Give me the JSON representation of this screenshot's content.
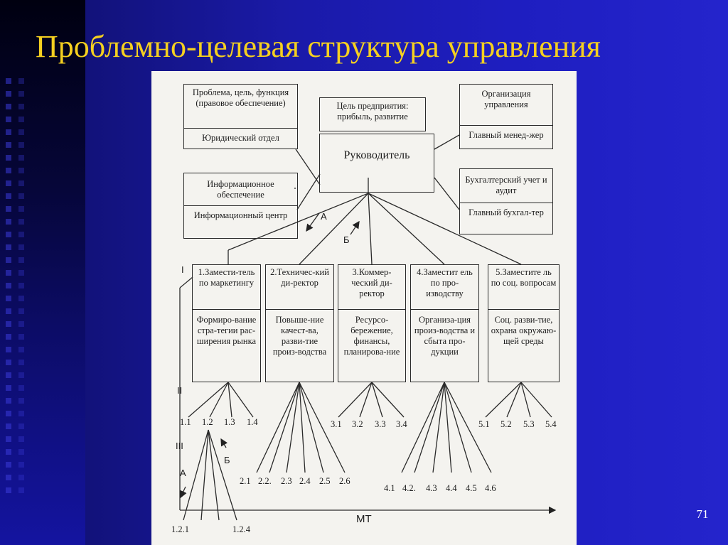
{
  "slide": {
    "title": "Проблемно-целевая структура управления",
    "page_number": "71"
  },
  "diagram": {
    "top_left": {
      "upper": "Проблема, цель, функция (правовое обеспечение)",
      "lower": "Юридический отдел"
    },
    "goal": "Цель предприятия: прибыль, развитие",
    "manager": "Руководитель",
    "top_right": {
      "upper": "Организация управления",
      "lower": "Главный менед-жер"
    },
    "mid_left": {
      "upper": "Информационное обеспечение",
      "lower": "Информационный центр"
    },
    "mid_right": {
      "upper": "Бухгалтерский учет и аудит",
      "lower": "Главный бухгал-тер"
    },
    "arrow_labels": {
      "a_top": "А",
      "b_top": "Б",
      "a_bottom": "А",
      "b_bottom": "Б"
    },
    "level_labels": [
      "I",
      "II",
      "III"
    ],
    "axis_label": "МТ",
    "deputies": [
      {
        "title": "1.Замести-тель по маркетингу",
        "task": "Формиро-вание стра-тегии рас-ширения рынка"
      },
      {
        "title": "2.Техничес-кий ди-ректор",
        "task": "Повыше-ние качест-ва, разви-тие произ-водства"
      },
      {
        "title": "3.Коммер-ческий ди-ректор",
        "task": "Ресурсо-бережение, финансы, планирова-ние"
      },
      {
        "title": "4.Заместит ель по про-изводству",
        "task": "Организа-ция произ-водства и сбыта про-дукции"
      },
      {
        "title": "5.Заместите ль по соц. вопросам",
        "task": "Соц. разви-тие, охрана окружаю-щей среды"
      }
    ],
    "sub_1": [
      "1.1",
      "1.2",
      "1.3",
      "1.4"
    ],
    "sub_2": [
      "2.1",
      "2.2.",
      "2.3",
      "2.4",
      "2.5",
      "2.6"
    ],
    "sub_3": [
      "3.1",
      "3.2",
      "3.3",
      "3.4"
    ],
    "sub_4": [
      "4.1",
      "4.2.",
      "4.3",
      "4.4",
      "4.5",
      "4.6"
    ],
    "sub_5": [
      "5.1",
      "5.2",
      "5.3",
      "5.4"
    ],
    "sub_12": [
      "1.2.1",
      "1.2.4"
    ]
  }
}
